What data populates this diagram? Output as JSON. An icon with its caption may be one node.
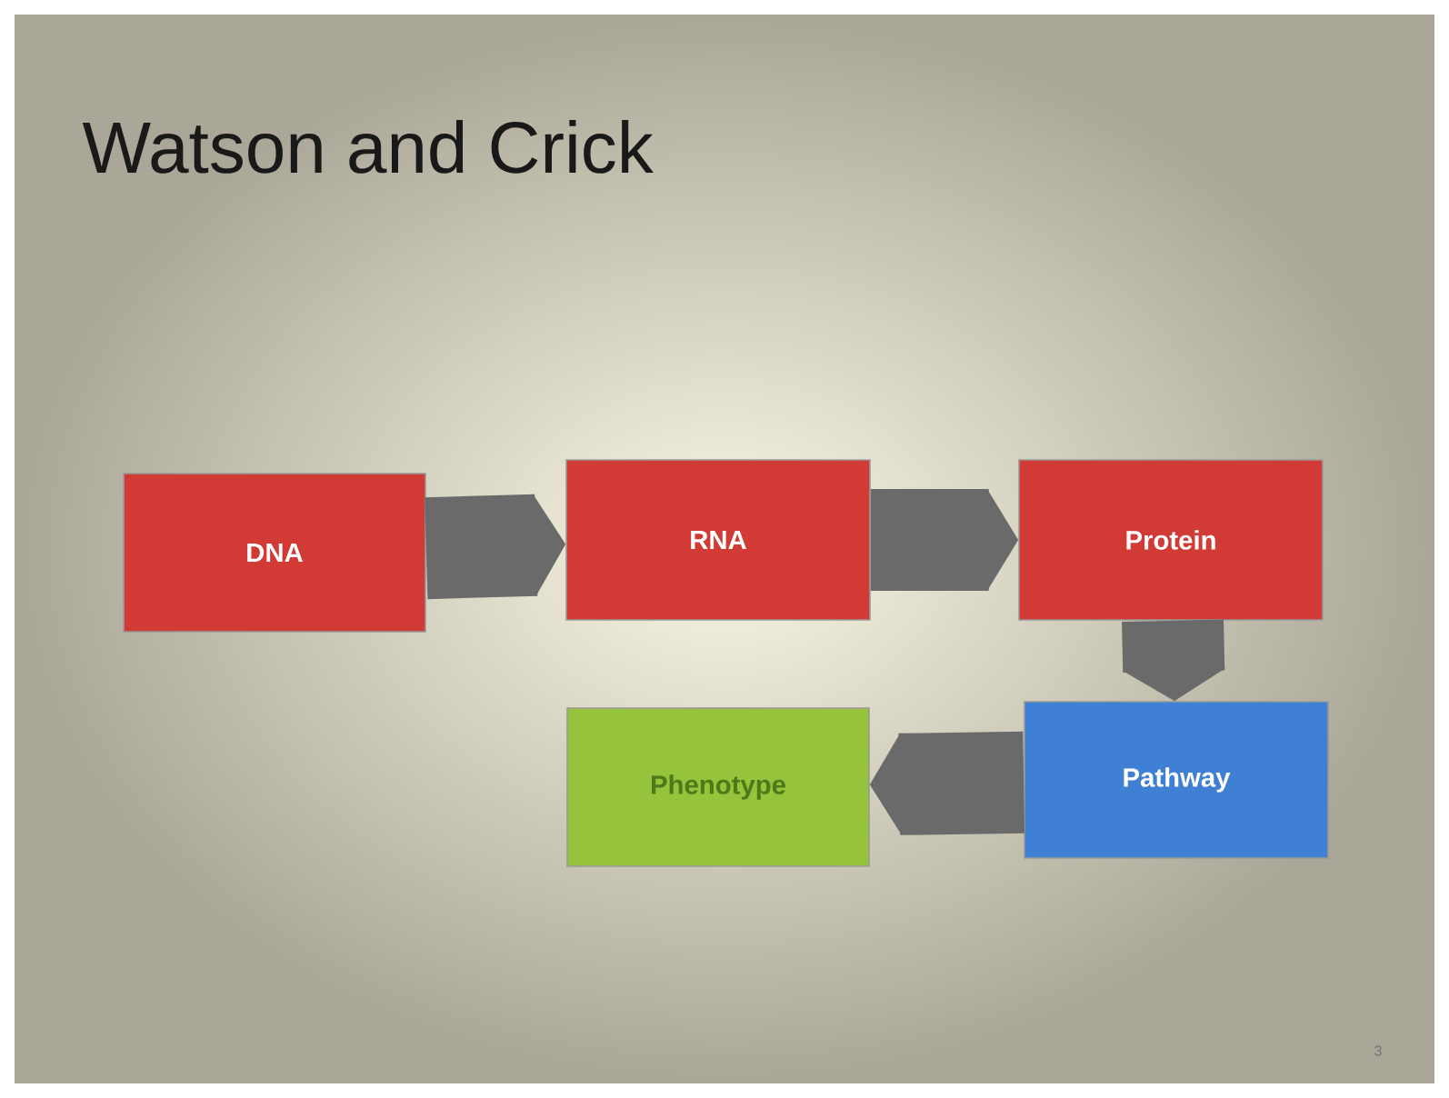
{
  "diagram": {
    "title": "Watson and Crick",
    "nodes": [
      {
        "text": [
          "DNA"
        ]
      },
      {
        "text": [
          "RNA"
        ]
      },
      {
        "text": [
          "Protein"
        ]
      },
      {
        "text": [
          "Pathway"
        ]
      },
      {
        "text": [
          "Phenotype"
        ]
      }
    ],
    "edges": [
      {
        "from": 0,
        "to": 1,
        "arrow": "to"
      },
      {
        "from": 1,
        "to": 2,
        "arrow": "to"
      },
      {
        "from": 2,
        "to": 3,
        "arrow": "to"
      },
      {
        "from": 3,
        "to": 4,
        "arrow": "to"
      }
    ],
    "labels": [
      "3"
    ]
  }
}
